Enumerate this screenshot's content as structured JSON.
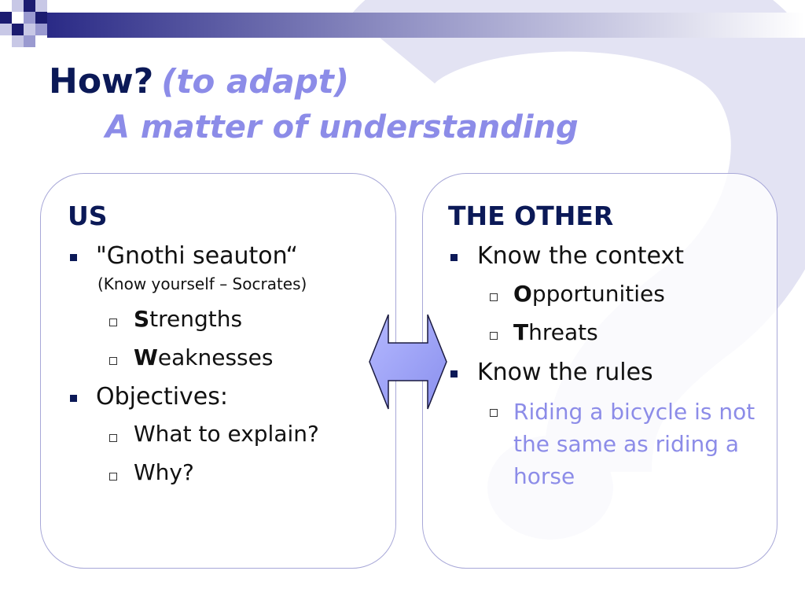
{
  "title": {
    "main": "How?",
    "paren": "(to adapt)",
    "subtitle": "A matter of understanding"
  },
  "colors": {
    "navy": "#0b1957",
    "lavender": "#8c8ce8",
    "watermark": "#e3e3f3",
    "arrow_fill": "#9aa0f5"
  },
  "left_panel": {
    "heading": "US",
    "items": [
      {
        "text": "\"Gnothi seauton“",
        "note": "(Know yourself – Socrates)",
        "subitems": [
          {
            "initial": "S",
            "rest": "trengths"
          },
          {
            "initial": "W",
            "rest": "eaknesses"
          }
        ]
      },
      {
        "text": "Objectives:",
        "subitems": [
          {
            "text": "What to explain?"
          },
          {
            "text": "Why?"
          }
        ]
      }
    ]
  },
  "right_panel": {
    "heading": "THE OTHER",
    "items": [
      {
        "text": "Know the context",
        "subitems": [
          {
            "initial": "O",
            "rest": "pportunities"
          },
          {
            "initial": "T",
            "rest": "hreats"
          }
        ]
      },
      {
        "text": "Know the rules",
        "subitems": [
          {
            "text": "Riding a bicycle is not the same as riding a horse"
          }
        ]
      }
    ]
  },
  "decor": {
    "background_icon": "question-mark-icon",
    "center_icon": "double-arrow-icon"
  }
}
